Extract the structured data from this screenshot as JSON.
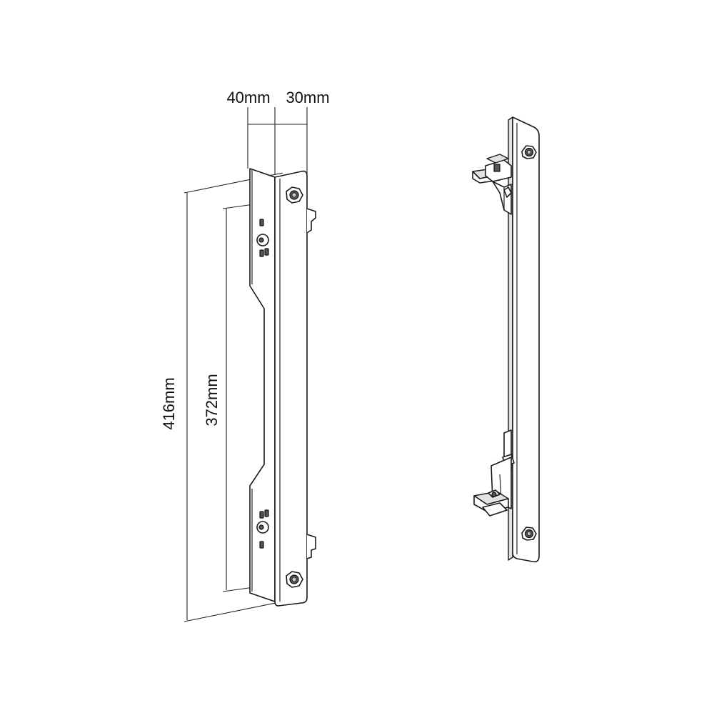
{
  "dimensions": {
    "width_left": "40mm",
    "width_right": "30mm",
    "height_outer": "416mm",
    "height_inner": "372mm"
  },
  "colors": {
    "line": "#1a1a1a",
    "shade": "#e2e2e2",
    "background": "#ffffff"
  }
}
